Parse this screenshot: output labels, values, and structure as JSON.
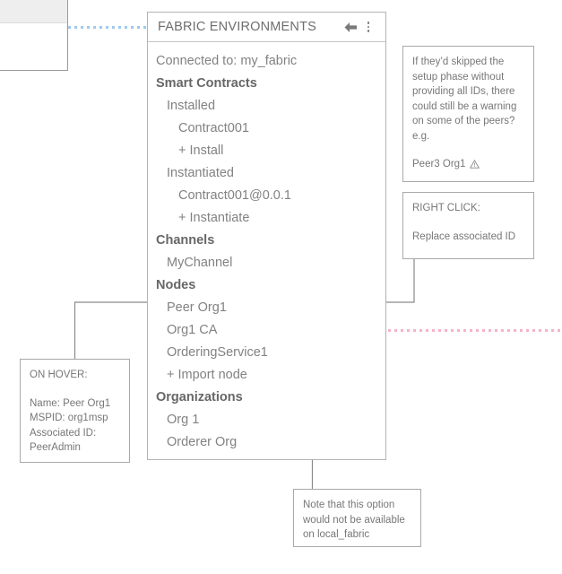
{
  "panel": {
    "title": "FABRIC ENVIRONMENTS",
    "back_icon": "back-arrow-icon",
    "more_icon": "overflow-menu-icon",
    "tree": [
      {
        "label": "Connected to: my_fabric",
        "level": 0,
        "bold": false
      },
      {
        "label": "Smart Contracts",
        "level": 0,
        "bold": true
      },
      {
        "label": "Installed",
        "level": 1,
        "bold": false
      },
      {
        "label": "Contract001",
        "level": 2,
        "bold": false
      },
      {
        "label": "+ Install",
        "level": 2,
        "bold": false
      },
      {
        "label": "Instantiated",
        "level": 1,
        "bold": false
      },
      {
        "label": "Contract001@0.0.1",
        "level": 2,
        "bold": false
      },
      {
        "label": "+ Instantiate",
        "level": 2,
        "bold": false
      },
      {
        "label": "Channels",
        "level": 0,
        "bold": true
      },
      {
        "label": "MyChannel",
        "level": 1,
        "bold": false
      },
      {
        "label": "Nodes",
        "level": 0,
        "bold": true
      },
      {
        "label": "Peer Org1",
        "level": 1,
        "bold": false
      },
      {
        "label": "Org1 CA",
        "level": 1,
        "bold": false
      },
      {
        "label": "OrderingService1",
        "level": 1,
        "bold": false
      },
      {
        "label": "+ Import node",
        "level": 1,
        "bold": false
      },
      {
        "label": "Organizations",
        "level": 0,
        "bold": true
      },
      {
        "label": "Org 1",
        "level": 1,
        "bold": false
      },
      {
        "label": "Orderer Org",
        "level": 1,
        "bold": false
      }
    ]
  },
  "callouts": {
    "warning": {
      "body": "If they’d skipped the setup phase without providing all IDs, there could still be a warning on some of the peers? e.g.",
      "example_label": "Peer3 Org1",
      "example_icon": "warning-triangle-icon"
    },
    "right_click": {
      "heading": "RIGHT CLICK:",
      "body": "Replace associated ID"
    },
    "hover": {
      "heading": "ON HOVER:",
      "line1": "Name: Peer Org1",
      "line2": "MSPID: org1msp",
      "line3": "Associated ID:",
      "line4": "PeerAdmin"
    },
    "note": {
      "body": "Note that this option would not be available on local_fabric"
    }
  },
  "colors": {
    "panel_border": "#b3b3b3",
    "text": "#828282",
    "heading_text": "#676767",
    "callout_border": "#a9a9a9",
    "connector": "#8a8a8a",
    "dotted_blue": "#9ec9f0",
    "dotted_pink": "#f6b2ca"
  }
}
